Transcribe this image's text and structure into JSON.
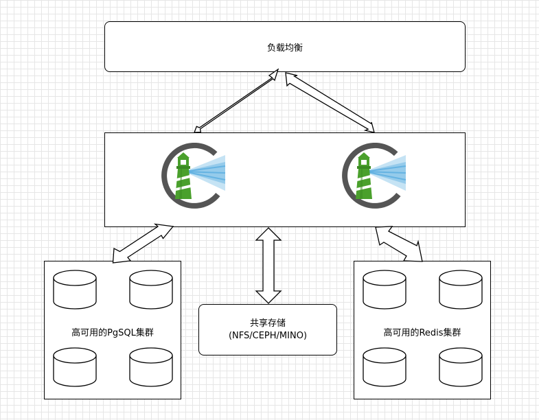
{
  "load_balancer": {
    "label": "负载均衡"
  },
  "app_tier": {
    "instances": [
      {
        "icon": "lighthouse-icon"
      },
      {
        "icon": "lighthouse-icon"
      }
    ]
  },
  "pg_cluster": {
    "label": "高可用的PgSQL集群",
    "db_icon": "database-icon"
  },
  "redis_cluster": {
    "label": "高可用的Redis集群",
    "db_icon": "database-icon"
  },
  "shared_storage": {
    "line1": "共享存储",
    "line2": "(NFS/CEPH/MINO)"
  },
  "colors": {
    "stroke": "#000000",
    "lighthouse_green": "#4aa02c",
    "lighthouse_ring": "#555555",
    "beam_blue": "#5aaee0"
  }
}
